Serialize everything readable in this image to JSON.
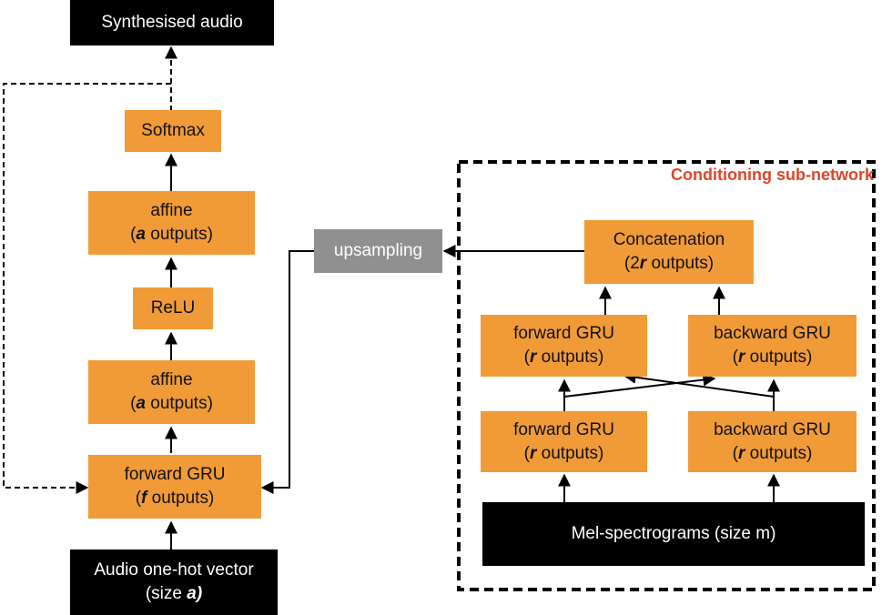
{
  "colors": {
    "block": "#f19b38",
    "io_block": "#000000",
    "upsampling_block": "#909090",
    "conditioning_label": "#e0452b"
  },
  "main": {
    "output": "Synthesised audio",
    "softmax": "Softmax",
    "affine_top": {
      "line1": "affine",
      "line2_var": "a",
      "line2_rest": " outputs)"
    },
    "relu": "ReLU",
    "affine_bottom": {
      "line1": "affine",
      "line2_var": "a",
      "line2_rest": " outputs)"
    },
    "forward_gru": {
      "line1": "forward GRU",
      "line2_var": "f",
      "line2_rest": " outputs)"
    },
    "input": {
      "line1": "Audio one-hot vector",
      "line2_pre": "(size ",
      "line2_var": "a)"
    }
  },
  "upsampling": "upsampling",
  "conditioning": {
    "label": "Conditioning sub-network",
    "concatenation": {
      "line1": "Concatenation",
      "line2_pre": "(2",
      "line2_var": "r",
      "line2_rest": " outputs)"
    },
    "forward_gru_top": {
      "line1": "forward GRU",
      "line2_var": "r",
      "line2_rest": " outputs)"
    },
    "backward_gru_top": {
      "line1": "backward GRU",
      "line2_var": "r",
      "line2_rest": " outputs)"
    },
    "forward_gru_bottom": {
      "line1": "forward GRU",
      "line2_var": "r",
      "line2_rest": " outputs)"
    },
    "backward_gru_bottom": {
      "line1": "backward GRU",
      "line2_var": "r",
      "line2_rest": " outputs)"
    },
    "mel": "Mel-spectrograms (size m)"
  }
}
